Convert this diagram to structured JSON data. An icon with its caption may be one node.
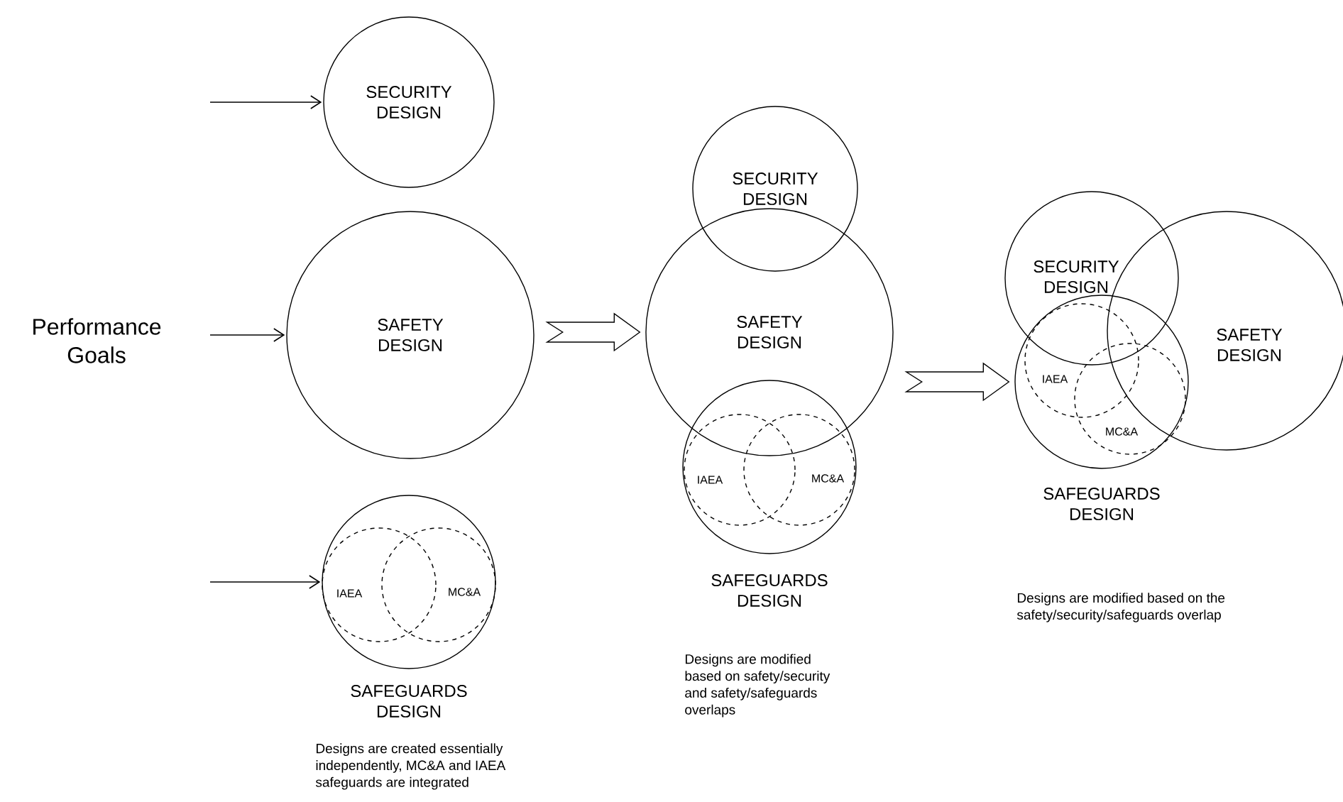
{
  "diagram": {
    "nodes": [
      {
        "text": [
          "SECURITY DESIGN"
        ]
      },
      {
        "text": [
          "SAFETY DESIGN"
        ]
      },
      {
        "text": [
          "SAFEGUARDS DESIGN"
        ]
      },
      {
        "text": [
          "IAEA"
        ],
        "in": 2
      },
      {
        "text": [
          "MC&A"
        ],
        "in": 2
      },
      {
        "text": [
          "SECURITY DESIGN"
        ]
      },
      {
        "text": [
          "SAFETY DESIGN"
        ]
      },
      {
        "text": [
          "SAFEGUARDS DESIGN"
        ]
      },
      {
        "text": [
          "IAEA"
        ],
        "in": 7
      },
      {
        "text": [
          "MC&A"
        ],
        "in": 7
      },
      {
        "text": [
          "SECURITY DESIGN"
        ]
      },
      {
        "text": [
          "SAFETY DESIGN"
        ]
      },
      {
        "text": [
          "SAFEGUARDS DESIGN"
        ]
      },
      {
        "text": [
          "IAEA"
        ],
        "in": 12
      },
      {
        "text": [
          "MC&A"
        ],
        "in": 12
      }
    ],
    "edges": [
      {
        "from": null,
        "to": 0,
        "arrow": "to"
      },
      {
        "from": null,
        "to": 1,
        "arrow": "to"
      },
      {
        "from": null,
        "to": 2,
        "arrow": "to"
      },
      {
        "from": 1,
        "to": 6,
        "arrow": "to",
        "style": "thick"
      },
      {
        "from": 6,
        "to": 12,
        "arrow": "to",
        "style": "thick"
      }
    ],
    "labels": [
      "Performance Goals",
      "Designs are created essentially independently, MC&A and IAEA safeguards are integrated",
      "Designs are modified based on safety/security and safety/safeguards overlaps",
      "Designs are modified based on the safety/security/safeguards overlap"
    ]
  }
}
